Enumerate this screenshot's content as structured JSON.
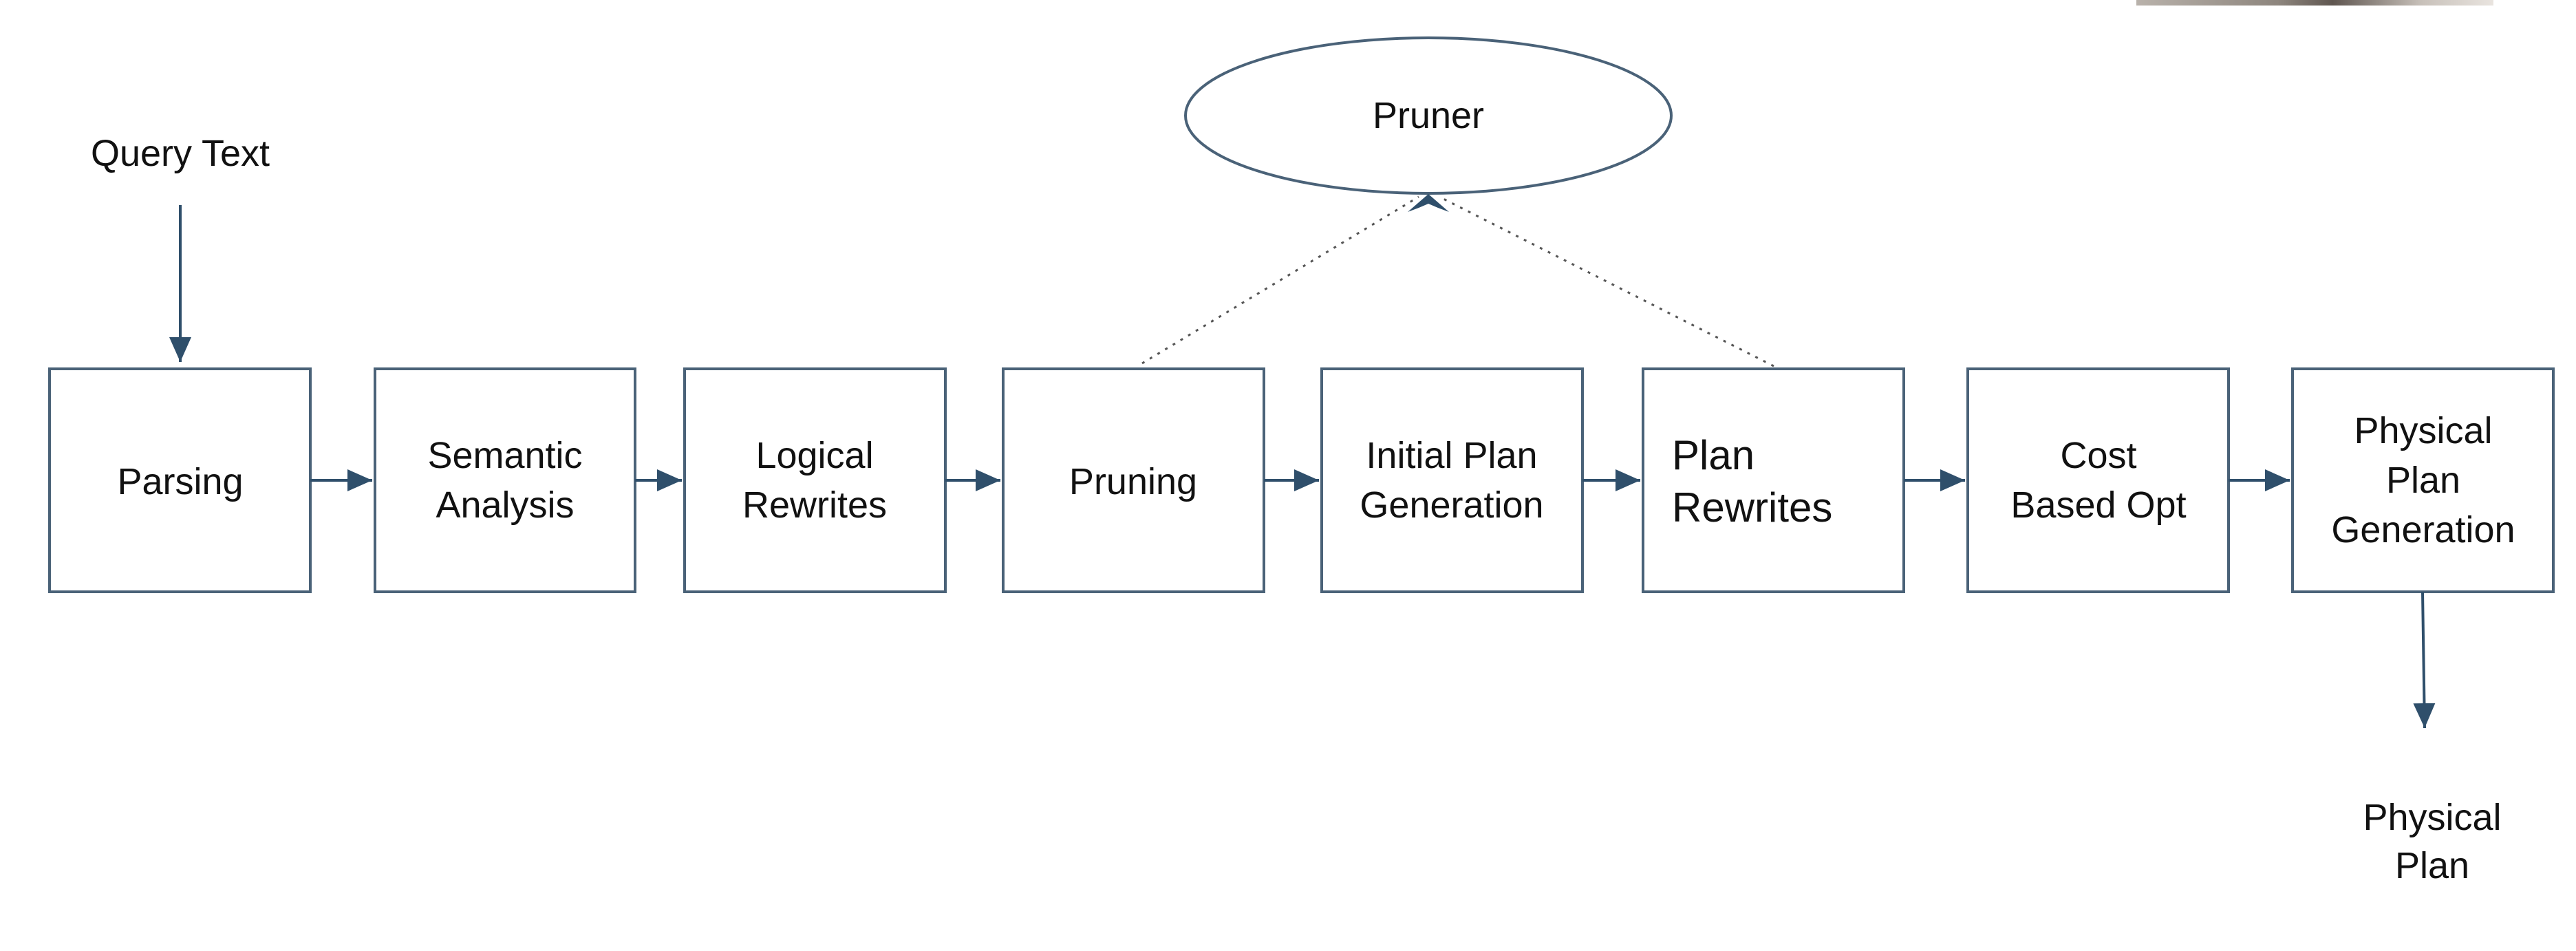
{
  "diagram": {
    "input_label": "Query Text",
    "output_label_lines": [
      "Physical",
      "Plan"
    ],
    "pruner_label": "Pruner",
    "stages": [
      {
        "id": "parsing",
        "lines": [
          "Parsing"
        ]
      },
      {
        "id": "semantic-analysis",
        "lines": [
          "Semantic",
          "Analysis"
        ]
      },
      {
        "id": "logical-rewrites",
        "lines": [
          "Logical",
          "Rewrites"
        ]
      },
      {
        "id": "pruning",
        "lines": [
          "Pruning"
        ]
      },
      {
        "id": "initial-plan-generation",
        "lines": [
          "Initial Plan",
          "Generation"
        ]
      },
      {
        "id": "plan-rewrites",
        "lines": [
          "Plan",
          "Rewrites"
        ]
      },
      {
        "id": "cost-based-opt",
        "lines": [
          "Cost",
          "Based Opt"
        ]
      },
      {
        "id": "physical-plan-generation",
        "lines": [
          "Physical",
          "Plan",
          "Generation"
        ]
      }
    ]
  },
  "colors": {
    "box_stroke": "#4a6278",
    "arrow": "#2f4f6b",
    "dotted_line": "#555555",
    "text": "#111111"
  }
}
